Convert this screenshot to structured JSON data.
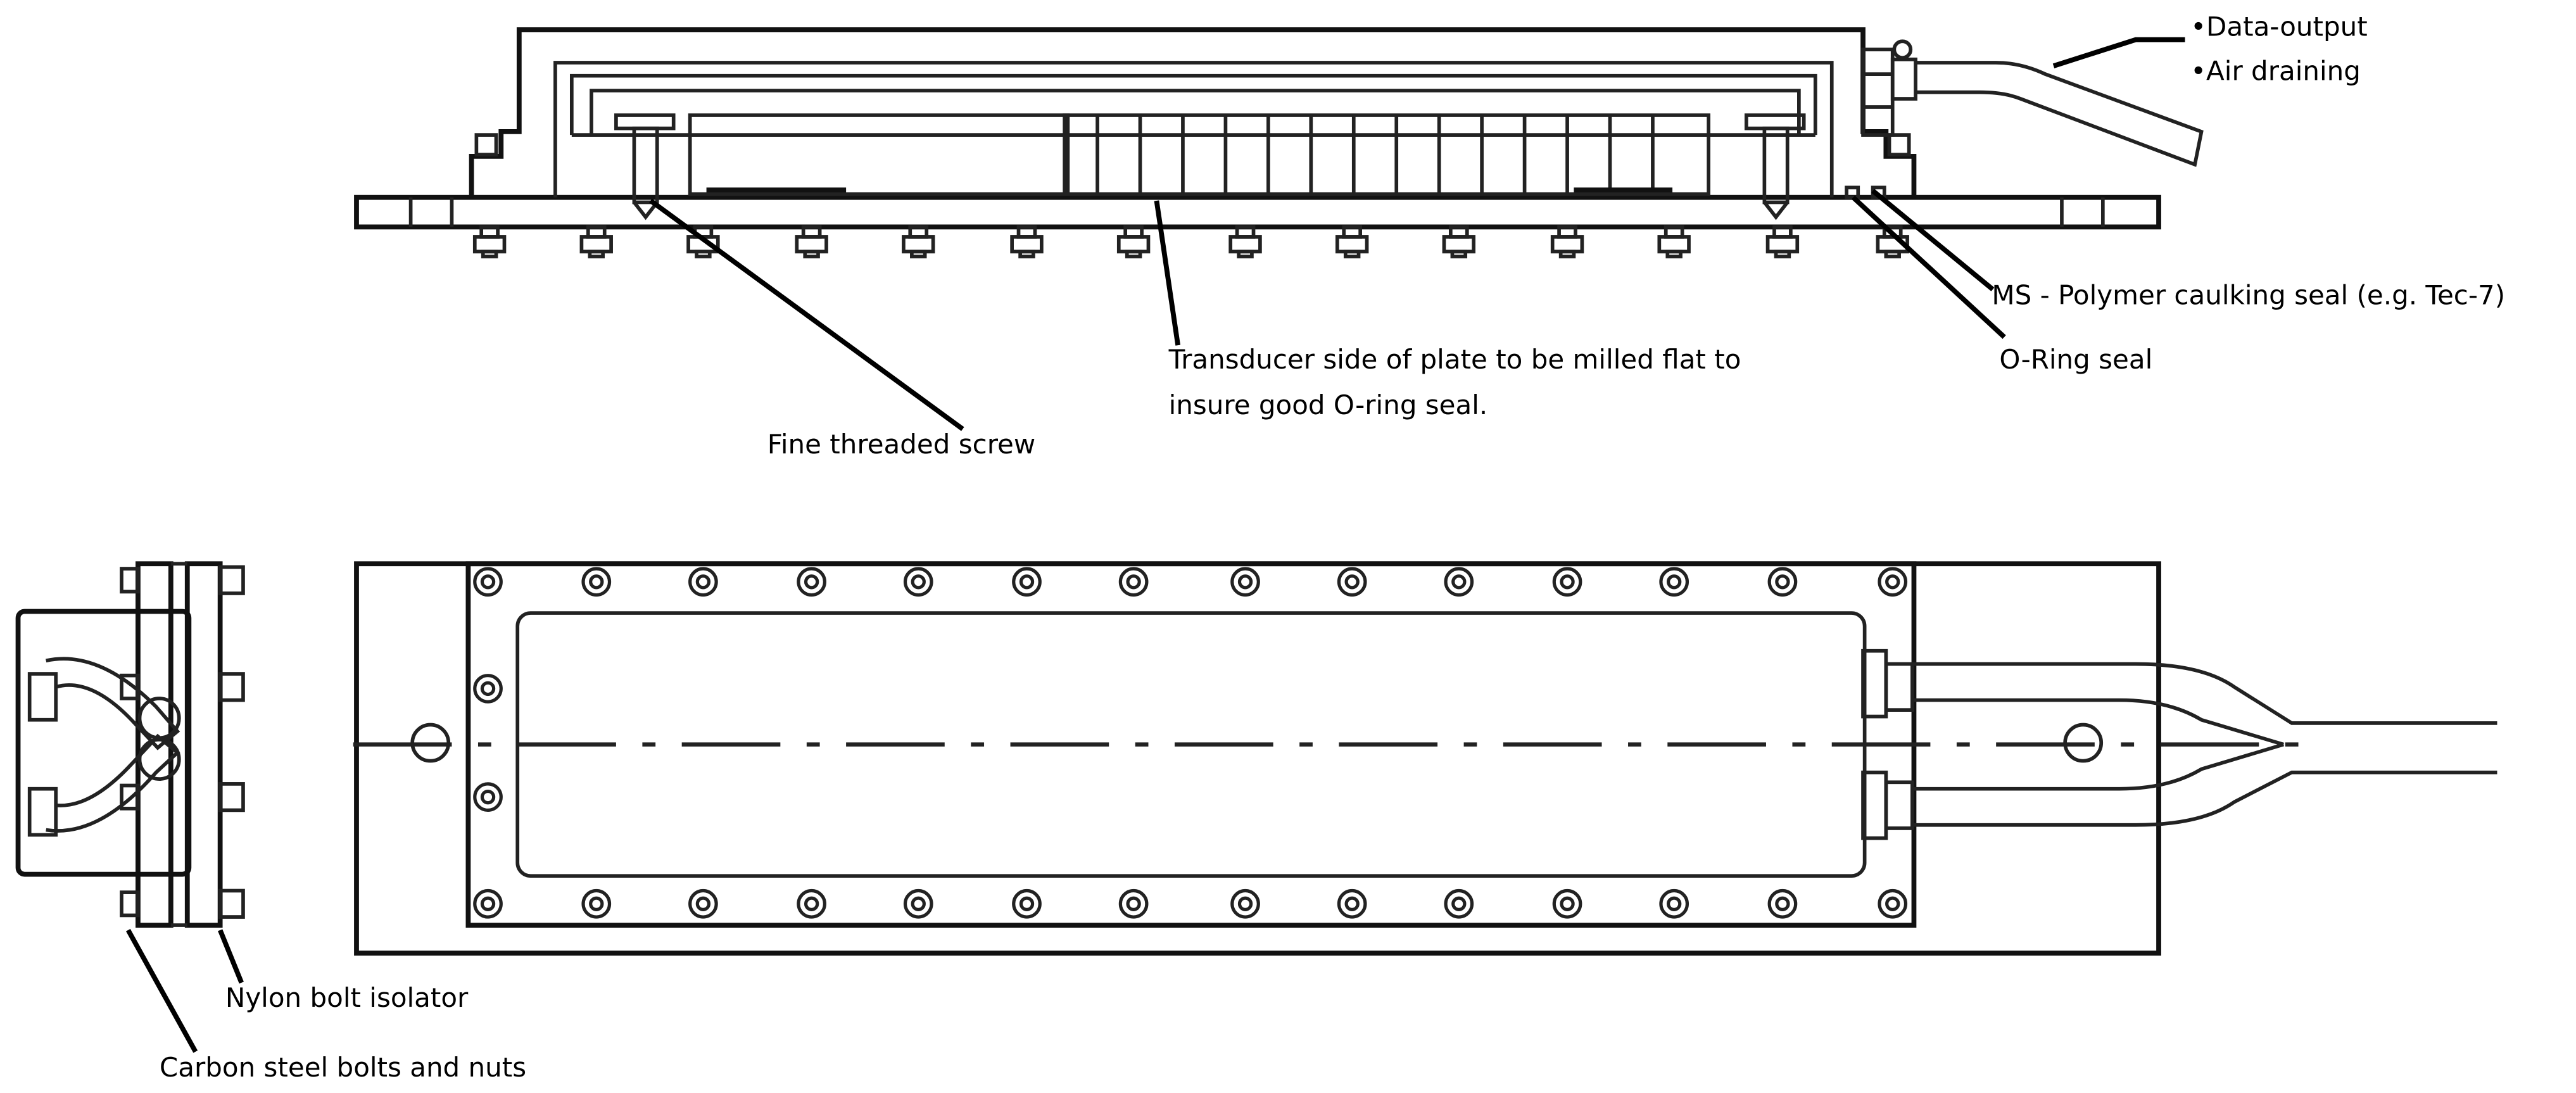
{
  "labels": {
    "data_output": "•Data-output",
    "air_draining": "•Air draining",
    "ms_polymer": "MS - Polymer caulking seal (e.g. Tec-7)",
    "oring_seal": "O-Ring seal",
    "transducer_line1": "Transducer side of plate to be milled flat  to",
    "transducer_line2": "insure good O-ring seal.",
    "fine_screw": "Fine threaded screw",
    "nylon_isolator": "Nylon bolt isolator",
    "carbon_bolts": "Carbon steel bolts and nuts"
  }
}
